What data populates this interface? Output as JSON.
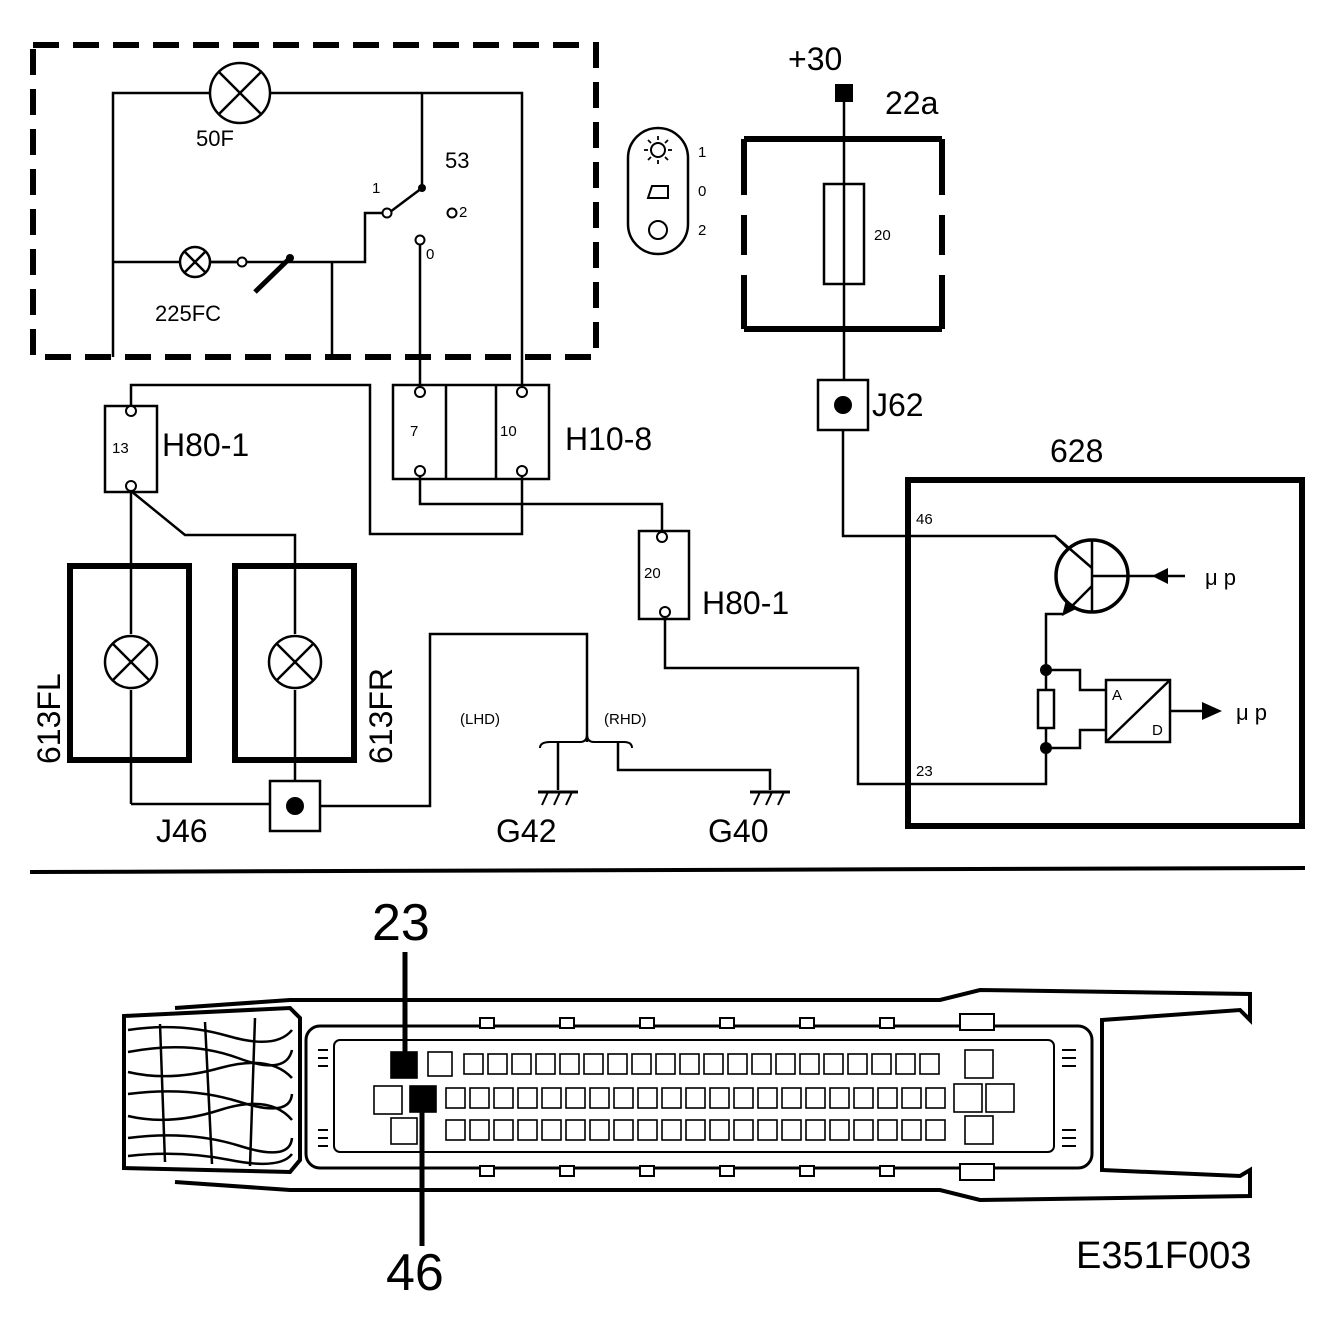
{
  "diagram": {
    "labels": {
      "lamp_50f": "50F",
      "switch_53": "53",
      "pos1": "1",
      "pos2": "2",
      "pos0": "0",
      "lamp_225fc": "225FC",
      "supply": "+30",
      "fuse_box": "22a",
      "fuse_num": "20",
      "j62": "J62",
      "ecu": "628",
      "pin46": "46",
      "pin23": "23",
      "up1": "μ p",
      "up2": "μ p",
      "ad_a": "A",
      "ad_d": "D",
      "h80_a": "H80-1",
      "h80_a_pin": "13",
      "h10": "H10-8",
      "h10_p7": "7",
      "h10_p10": "10",
      "h80_b": "H80-1",
      "h80_b_pin": "20",
      "lamp_fl": "613FL",
      "lamp_fr": "613FR",
      "j46": "J46",
      "lhd": "(LHD)",
      "rhd": "(RHD)",
      "g42": "G42",
      "g40": "G40",
      "sym_1": "1",
      "sym_0": "0",
      "sym_2": "2"
    },
    "connector": {
      "pin_top": "23",
      "pin_bottom": "46",
      "figure_id": "E351F003"
    }
  }
}
